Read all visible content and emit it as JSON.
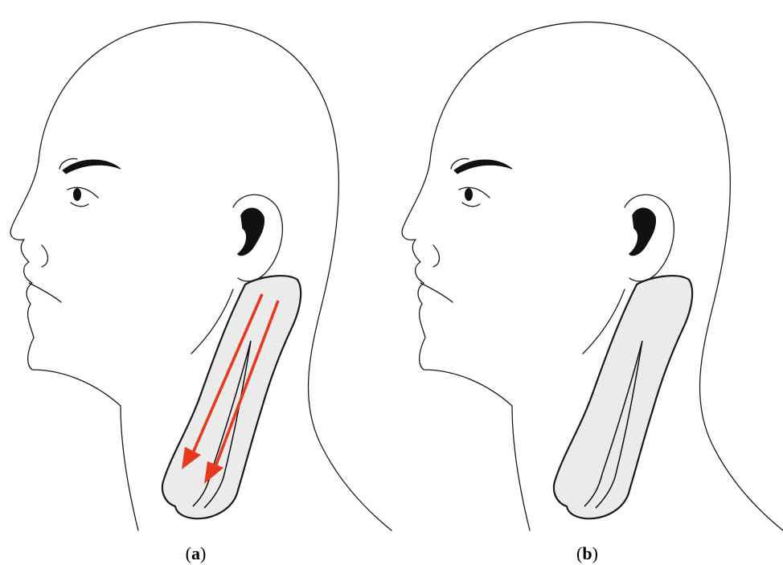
{
  "figure": {
    "panels": [
      {
        "id": "a",
        "label": "a",
        "shows_arrows": true,
        "arrow_color": "#e8381e"
      },
      {
        "id": "b",
        "label": "b",
        "shows_arrows": false
      }
    ],
    "colors": {
      "outline": "#1a1a1a",
      "tape_fill": "#ebebeb",
      "arrow": "#e8381e"
    }
  }
}
